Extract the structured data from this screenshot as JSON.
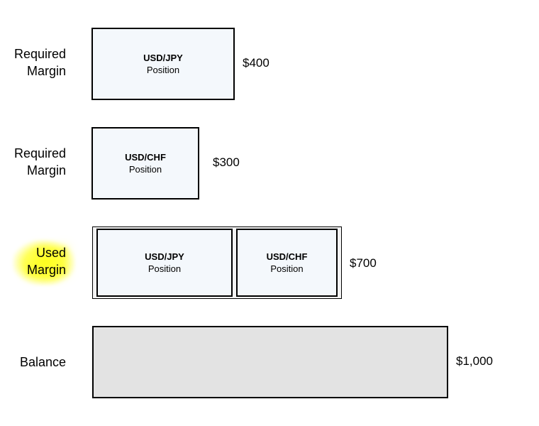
{
  "rows": [
    {
      "label_line1": "Required",
      "label_line2": "Margin",
      "positions": [
        {
          "pair": "USD/JPY",
          "sub": "Position"
        }
      ],
      "amount": "$400"
    },
    {
      "label_line1": "Required",
      "label_line2": "Margin",
      "positions": [
        {
          "pair": "USD/CHF",
          "sub": "Position"
        }
      ],
      "amount": "$300"
    },
    {
      "label_line1": "Used",
      "label_line2": "Margin",
      "highlighted": true,
      "positions": [
        {
          "pair": "USD/JPY",
          "sub": "Position"
        },
        {
          "pair": "USD/CHF",
          "sub": "Position"
        }
      ],
      "amount": "$700"
    },
    {
      "label_line1": "Balance",
      "label_line2": "",
      "positions": [],
      "amount": "$1,000"
    }
  ],
  "colors": {
    "position_fill": "#f4f8fc",
    "balance_fill": "#e3e3e3",
    "highlight": "#ffff33"
  }
}
